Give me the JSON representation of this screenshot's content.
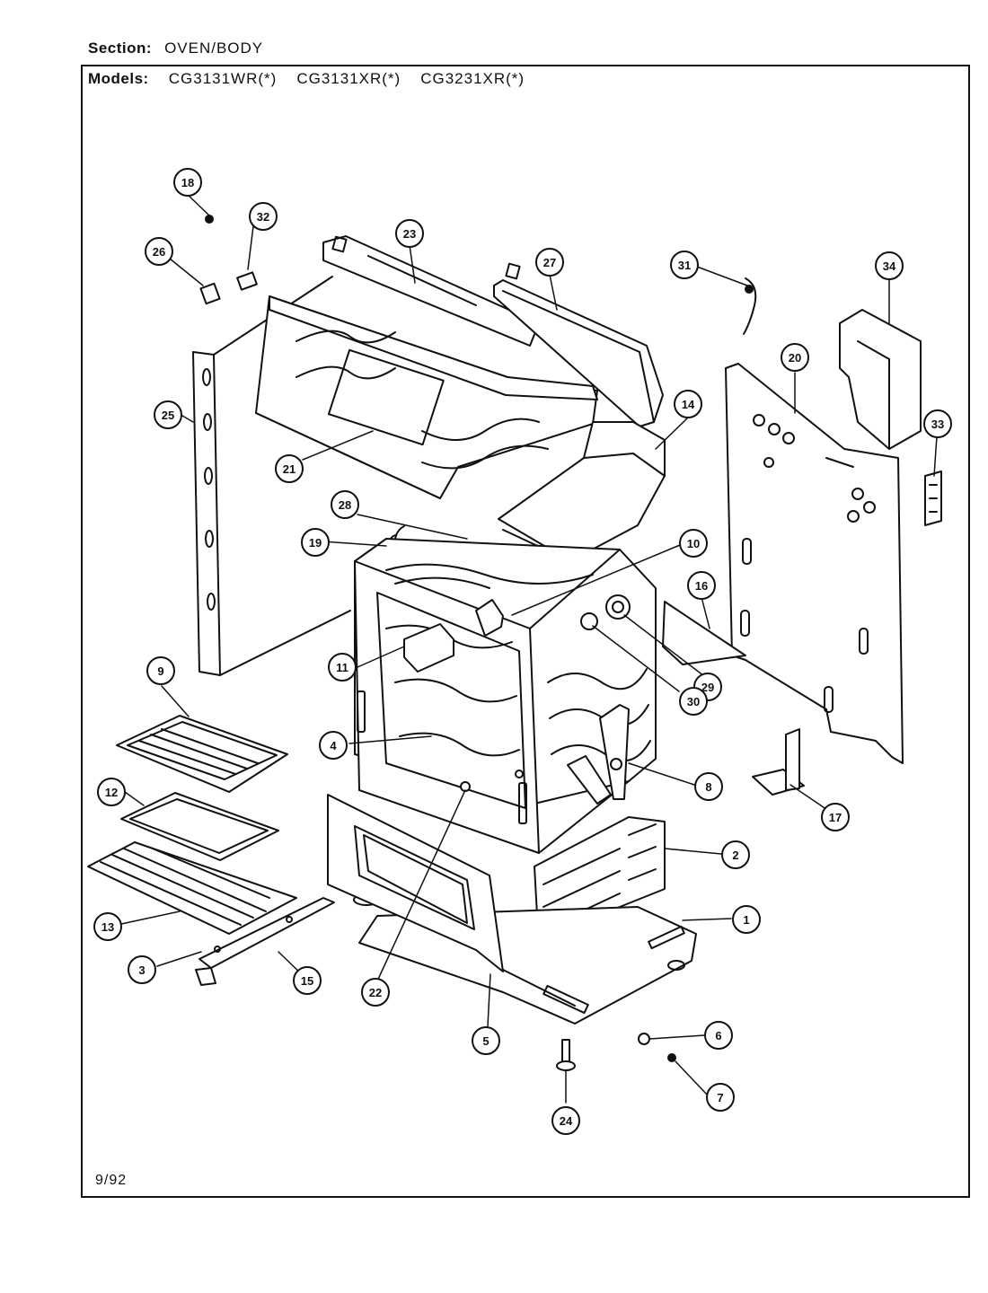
{
  "header": {
    "section_label": "Section:",
    "section_value": "OVEN/BODY",
    "models_label": "Models:",
    "models": [
      "CG3131WR(*)",
      "CG3131XR(*)",
      "CG3231XR(*)"
    ]
  },
  "footer": {
    "date": "9/92"
  },
  "callouts": {
    "c1": "1",
    "c2": "2",
    "c3": "3",
    "c4": "4",
    "c5": "5",
    "c6": "6",
    "c7": "7",
    "c8": "8",
    "c9": "9",
    "c10": "10",
    "c11": "11",
    "c12": "12",
    "c13": "13",
    "c14": "14",
    "c15": "15",
    "c16": "16",
    "c17": "17",
    "c18": "18",
    "c19": "19",
    "c20": "20",
    "c21": "21",
    "c22": "22",
    "c23": "23",
    "c24": "24",
    "c25": "25",
    "c26": "26",
    "c27": "27",
    "c28": "28",
    "c29": "29",
    "c30": "30",
    "c31": "31",
    "c32": "32",
    "c33": "33",
    "c34": "34"
  }
}
